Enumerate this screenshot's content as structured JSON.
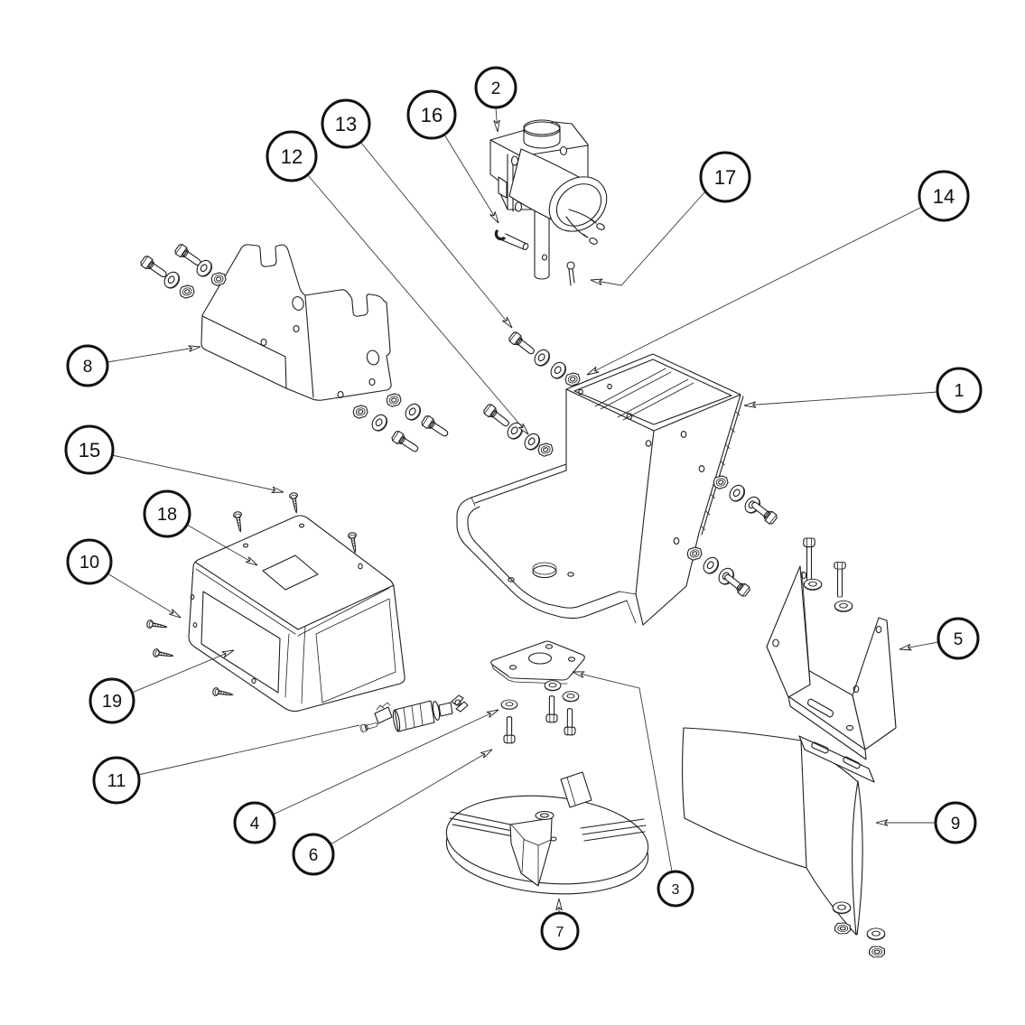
{
  "diagram": {
    "type": "exploded-parts-diagram",
    "background_color": "#ffffff",
    "line_color": "#1f1f1f",
    "balloon_stroke_color": "#111111",
    "callouts": [
      {
        "number": "1"
      },
      {
        "number": "2"
      },
      {
        "number": "3"
      },
      {
        "number": "4"
      },
      {
        "number": "5"
      },
      {
        "number": "6"
      },
      {
        "number": "7"
      },
      {
        "number": "8"
      },
      {
        "number": "9"
      },
      {
        "number": "10"
      },
      {
        "number": "11"
      },
      {
        "number": "12"
      },
      {
        "number": "13"
      },
      {
        "number": "14"
      },
      {
        "number": "15"
      },
      {
        "number": "16"
      },
      {
        "number": "17"
      },
      {
        "number": "18"
      },
      {
        "number": "19"
      }
    ]
  }
}
